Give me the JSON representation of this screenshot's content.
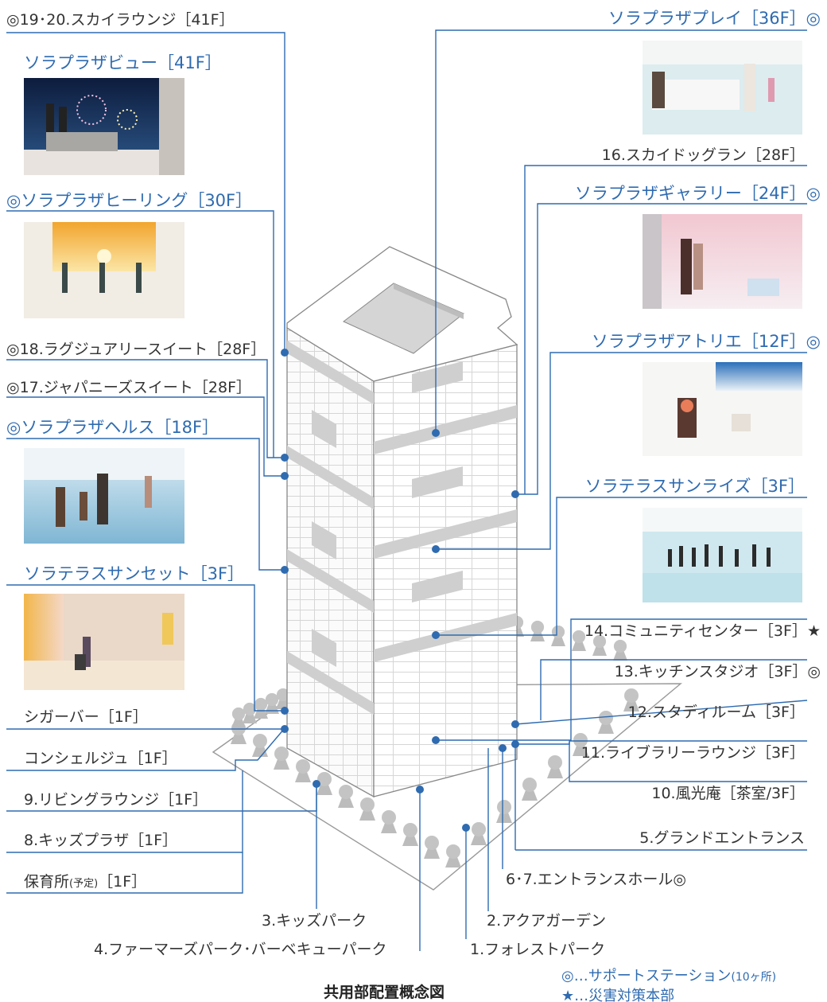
{
  "labels": {
    "skylounge": "◎19･20.スカイラウンジ［41F］",
    "view": "ソラプラザビュー［41F］",
    "healing": "◎ソラプラザヒーリング［30F］",
    "luxury": "◎18.ラグジュアリースイート［28F］",
    "japanese": "◎17.ジャパニーズスイート［28F］",
    "health": "◎ソラプラザヘルス［18F］",
    "sunset": "ソラテラスサンセット［3F］",
    "cigar": "シガーバー［1F］",
    "concierge": "コンシェルジュ［1F］",
    "living": "9.リビングラウンジ［1F］",
    "kids_plaza": "8.キッズプラザ［1F］",
    "nursery": "保育所",
    "nursery_note": "(予定)",
    "nursery_floor": "［1F］",
    "play": "ソラプラザプレイ［36F］◎",
    "dog": "16.スカイドッグラン［28F］",
    "gallery": "ソラプラザギャラリー［24F］◎",
    "atelier": "ソラプラザアトリエ［12F］◎",
    "sunrise": "ソラテラスサンライズ［3F］",
    "community": "14.コミュニティセンター［3F］★",
    "kitchen": "13.キッチンスタジオ［3F］◎",
    "study": "12.スタディルーム［3F］",
    "library": "11.ライブラリーラウンジ［3F］",
    "fukoan": "10.風光庵［茶室/3F］",
    "grand": "5.グランドエントランス",
    "hall": "6･7.エントランスホール◎",
    "aqua": "2.アクアガーデン",
    "forest": "1.フォレストパーク",
    "kids_park": "3.キッズパーク",
    "farmers": "4.ファーマーズパーク･バーベキューパーク"
  },
  "legend": {
    "support": "◎…サポートステーション",
    "support_count": "(10ヶ所)",
    "disaster": "★…災害対策本部"
  },
  "caption": "共用部配置概念図",
  "colors": {
    "accent": "#2f6bb0",
    "text": "#333333",
    "line": "#2f6bb0"
  }
}
